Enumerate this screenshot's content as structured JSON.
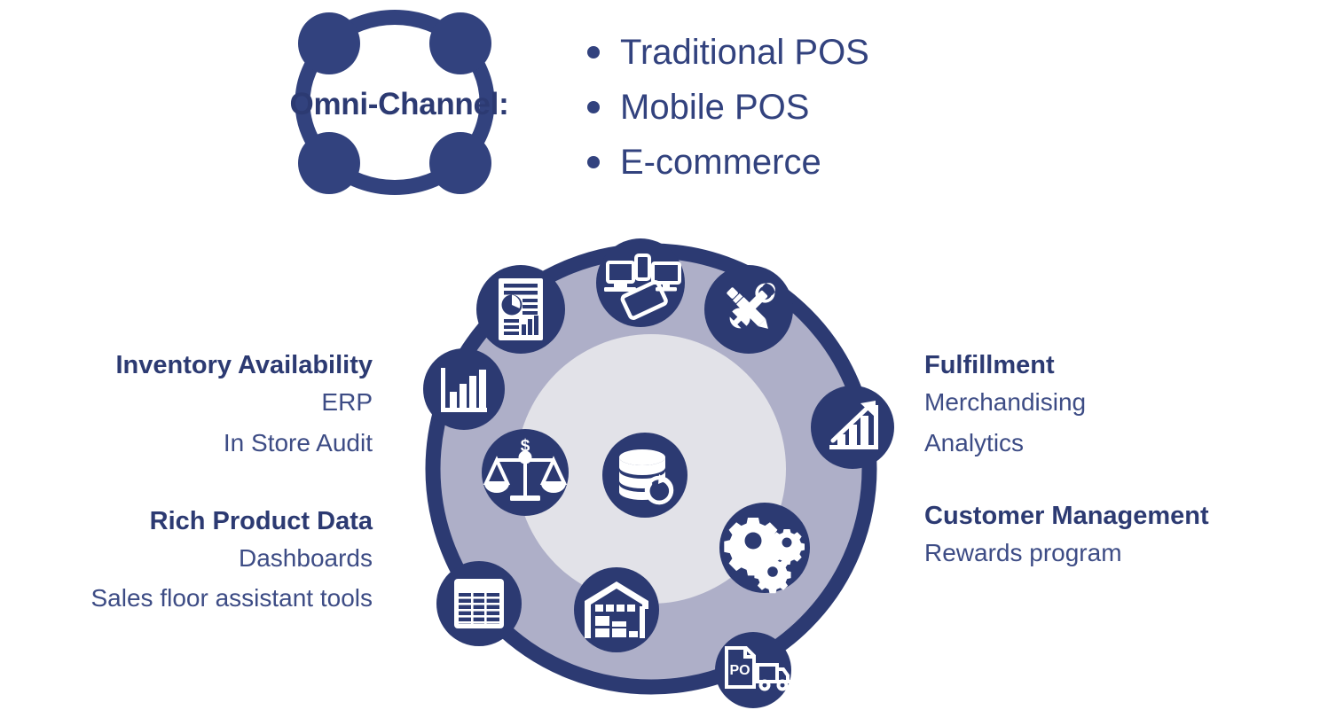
{
  "colors": {
    "dark_blue": "#2C3A72",
    "node_blue": "#32427E",
    "ring_band": "#AEAFC8",
    "inner_disk": "#E2E2E8",
    "icon_white": "#FFFFFF",
    "text_body": "#3D4C85"
  },
  "omni": {
    "label": "Omni-Channel:",
    "ring_icon": "omni-channel-ring-icon",
    "bullets": [
      {
        "label": "Traditional POS"
      },
      {
        "label": "Mobile POS"
      },
      {
        "label": "E-commerce"
      }
    ]
  },
  "left_column": {
    "groups": [
      {
        "title": "Inventory Availability",
        "items": [
          "ERP",
          "In Store Audit"
        ]
      },
      {
        "title": "Rich Product Data",
        "items": [
          "Dashboards",
          "Sales floor assistant tools"
        ]
      }
    ]
  },
  "right_column": {
    "groups": [
      {
        "title": "Fulfillment",
        "items": [
          "Merchandising",
          "Analytics"
        ]
      },
      {
        "title": "Customer Management",
        "items": [
          "Rewards program"
        ]
      }
    ]
  },
  "wheel": {
    "center_icon": {
      "name": "database-sync-icon"
    },
    "nodes": [
      {
        "name": "devices-icon"
      },
      {
        "name": "tools-wrench-pencil-icon"
      },
      {
        "name": "growth-chart-icon"
      },
      {
        "name": "gears-icon"
      },
      {
        "name": "purchase-order-truck-icon",
        "label": "PO"
      },
      {
        "name": "warehouse-icon"
      },
      {
        "name": "spreadsheet-icon"
      },
      {
        "name": "bar-chart-icon"
      },
      {
        "name": "report-document-icon"
      },
      {
        "name": "balance-scale-dollar-icon"
      }
    ]
  }
}
